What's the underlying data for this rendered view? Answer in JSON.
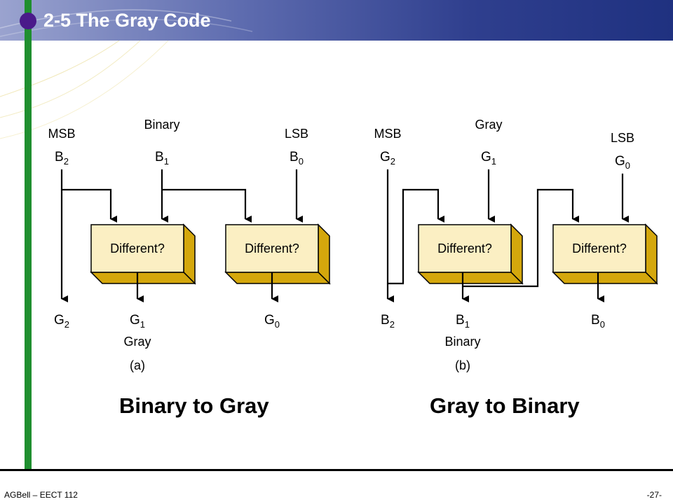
{
  "header": {
    "title": "2-5 The Gray Code"
  },
  "diagram_a": {
    "group_label": "Binary",
    "msb_label": "MSB",
    "lsb_label": "LSB",
    "inputs": [
      {
        "letter": "B",
        "sub": "2"
      },
      {
        "letter": "B",
        "sub": "1"
      },
      {
        "letter": "B",
        "sub": "0"
      }
    ],
    "gate_label": "Different?",
    "outputs": [
      {
        "letter": "G",
        "sub": "2"
      },
      {
        "letter": "G",
        "sub": "1"
      },
      {
        "letter": "G",
        "sub": "0"
      }
    ],
    "output_group_label": "Gray",
    "sub_label": "(a)",
    "caption": "Binary to Gray"
  },
  "diagram_b": {
    "group_label": "Gray",
    "msb_label": "MSB",
    "lsb_label": "LSB",
    "inputs": [
      {
        "letter": "G",
        "sub": "2"
      },
      {
        "letter": "G",
        "sub": "1"
      },
      {
        "letter": "G",
        "sub": "0"
      }
    ],
    "gate_label": "Different?",
    "outputs": [
      {
        "letter": "B",
        "sub": "2"
      },
      {
        "letter": "B",
        "sub": "1"
      },
      {
        "letter": "B",
        "sub": "0"
      }
    ],
    "output_group_label": "Binary",
    "sub_label": "(b)",
    "caption": "Gray to Binary"
  },
  "footer": {
    "left": "AGBell – EECT 112",
    "right": "-27-"
  },
  "colors": {
    "gate_face": "#fbefc3",
    "gate_side": "#d4a70c",
    "header_dark": "#1f3180",
    "green_bar": "#1f8f2f",
    "bullet": "#4a1a8a"
  }
}
